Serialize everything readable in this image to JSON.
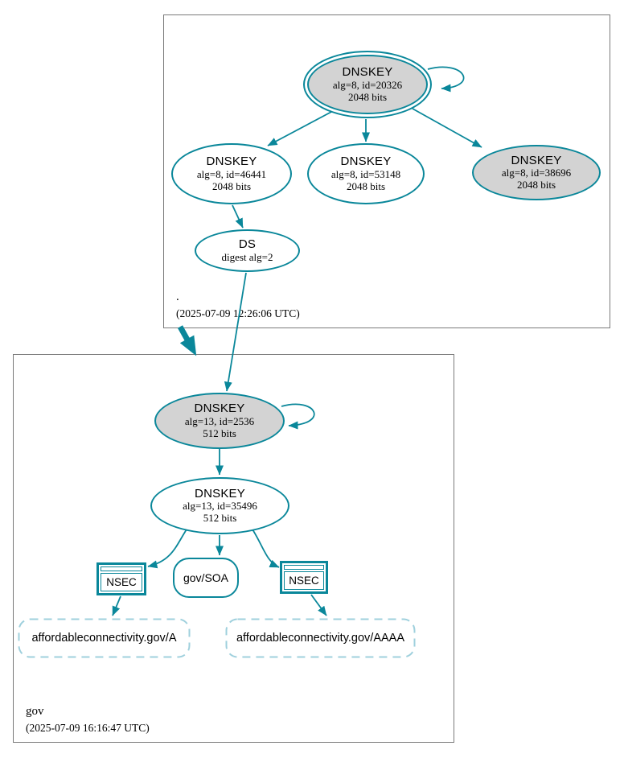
{
  "diagram": {
    "type": "dnssec-authentication-chain",
    "zones": {
      "root": {
        "name": ".",
        "timestamp": "(2025-07-09 12:26:06 UTC)"
      },
      "gov": {
        "name": "gov",
        "timestamp": "(2025-07-09 16:16:47 UTC)"
      }
    },
    "nodes": {
      "ksk_root": {
        "title": "DNSKEY",
        "detail1": "alg=8, id=20326",
        "detail2": "2048 bits"
      },
      "zsk_46441": {
        "title": "DNSKEY",
        "detail1": "alg=8, id=46441",
        "detail2": "2048 bits"
      },
      "zsk_53148": {
        "title": "DNSKEY",
        "detail1": "alg=8, id=53148",
        "detail2": "2048 bits"
      },
      "ksk_38696": {
        "title": "DNSKEY",
        "detail1": "alg=8, id=38696",
        "detail2": "2048 bits"
      },
      "ds_root": {
        "title": "DS",
        "detail1": "digest alg=2"
      },
      "ksk_gov": {
        "title": "DNSKEY",
        "detail1": "alg=13, id=2536",
        "detail2": "512 bits"
      },
      "zsk_gov": {
        "title": "DNSKEY",
        "detail1": "alg=13, id=35496",
        "detail2": "512 bits"
      },
      "nsec_a": {
        "label": "NSEC"
      },
      "soa_gov": {
        "label": "gov/SOA"
      },
      "nsec_aaaa": {
        "label": "NSEC"
      },
      "rrset_a": {
        "label": "affordableconnectivity.gov/A"
      },
      "rrset_aaaa": {
        "label": "affordableconnectivity.gov/AAAA"
      }
    },
    "colors": {
      "secure": "#0a879a",
      "sep_key_fill": "#d3d3d3",
      "negative_rrset_dash": "#9fd0dd",
      "zone_box_border": "#7a7a7a"
    }
  }
}
